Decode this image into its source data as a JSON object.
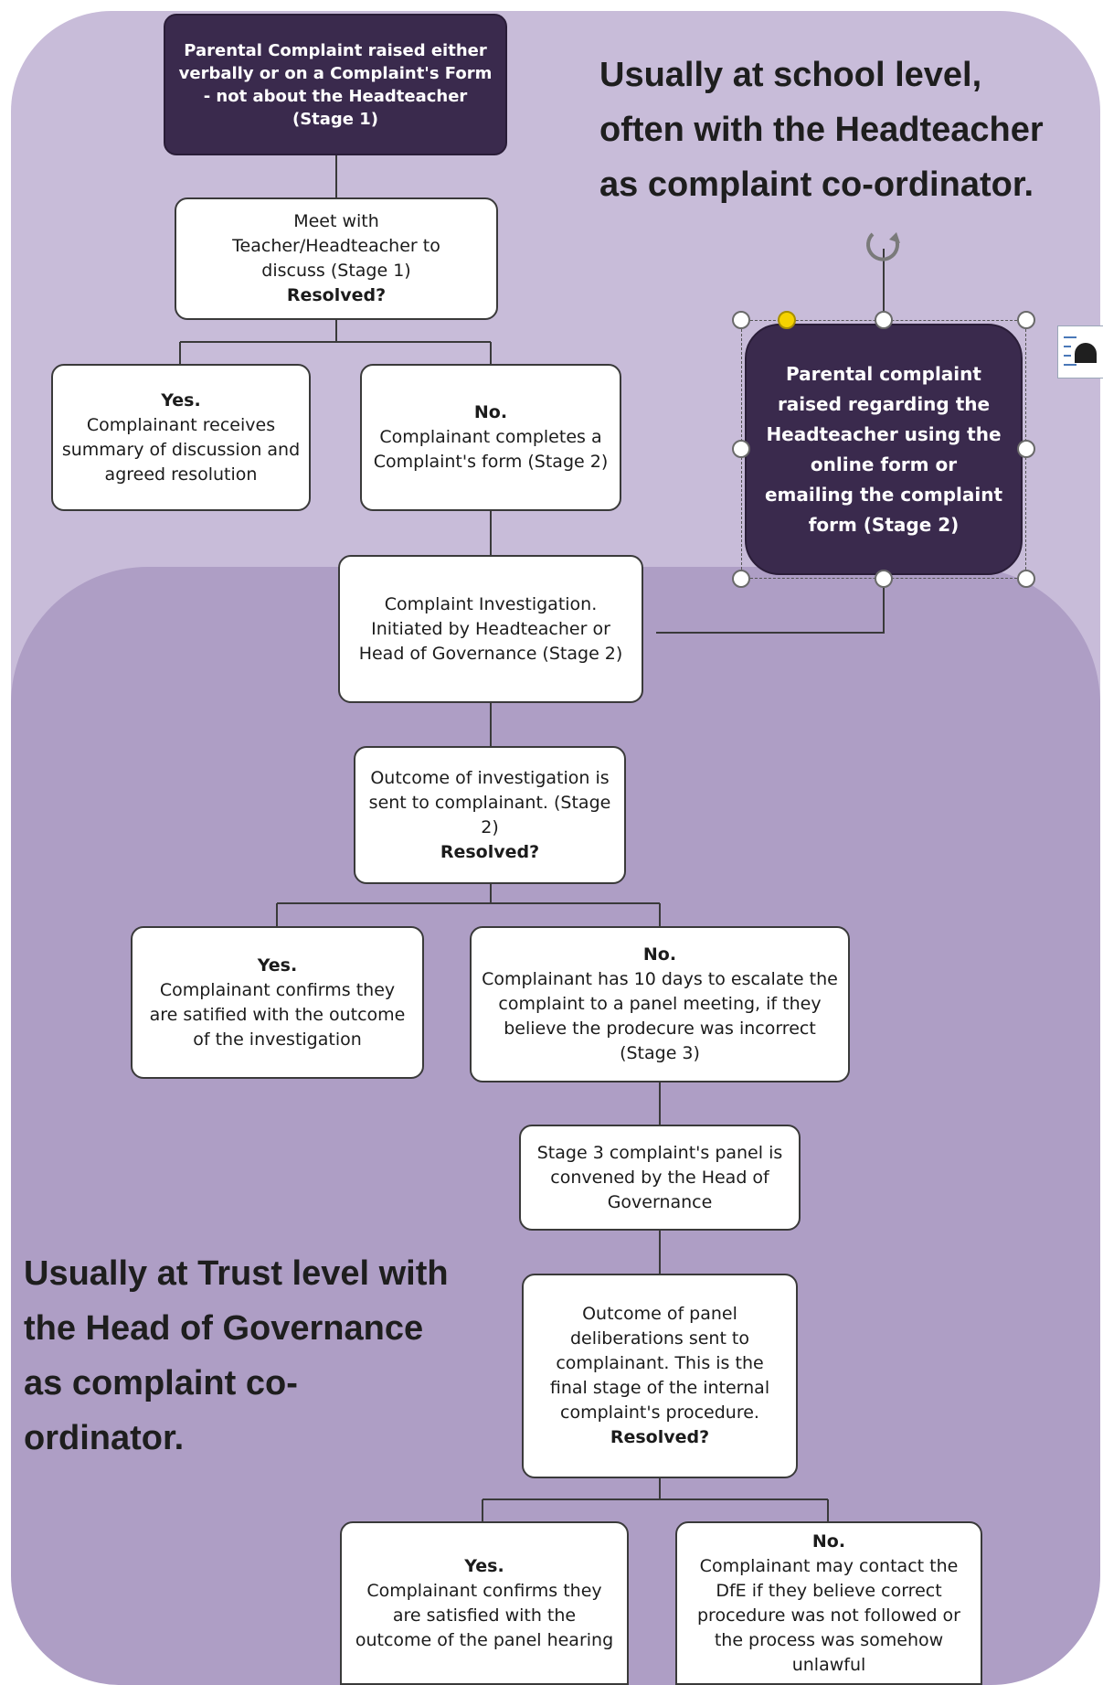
{
  "regions": {
    "school_label": "Usually at school level, often with the Headteacher as complaint co-ordinator.",
    "trust_label": "Usually at Trust level with the Head of Governance as complaint co-ordinator."
  },
  "nodes": {
    "stage1_start": "Parental Complaint raised either verbally or on a Complaint's Form - not about the Headteacher (Stage 1)",
    "meet": {
      "text": "Meet with Teacher/Headteacher to discuss (Stage 1)",
      "question": "Resolved?"
    },
    "stage1_yes": {
      "label": "Yes.",
      "text": "Complainant receives summary of discussion and agreed resolution"
    },
    "stage1_no": {
      "label": "No.",
      "text": "Complainant completes a Complaint's form (Stage 2)"
    },
    "headteacher_complaint": "Parental complaint raised regarding the Headteacher using the online form or emailing the complaint form (Stage 2)",
    "investigation": "Complaint Investigation. Initiated by Headteacher or Head of Governance (Stage 2)",
    "outcome": {
      "text": "Outcome of investigation is sent to complainant. (Stage 2)",
      "question": "Resolved?"
    },
    "stage2_yes": {
      "label": "Yes.",
      "text": "Complainant confirms they are satified with the outcome of the investigation"
    },
    "stage2_no": {
      "label": "No.",
      "text": "Complainant has 10 days to escalate the complaint to a panel meeting, if they believe the prodecure was incorrect (Stage 3)"
    },
    "panel": "Stage 3 complaint's panel is convened by the Head of Governance",
    "panel_outcome": {
      "text": "Outcome of panel deliberations sent to complainant. This is the final stage of the internal complaint's procedure.",
      "question": "Resolved?"
    },
    "stage3_yes": {
      "label": "Yes.",
      "text": "Complainant confirms they are satisfied with the outcome of the panel hearing"
    },
    "stage3_no": {
      "label": "No.",
      "text": "Complainant may contact the DfE if they believe correct procedure was not followed or the process was somehow unlawful"
    }
  },
  "colors": {
    "school_region": "#c8bcd9",
    "trust_region": "#ae9ec5",
    "dark_box": "#3a2a4d"
  }
}
